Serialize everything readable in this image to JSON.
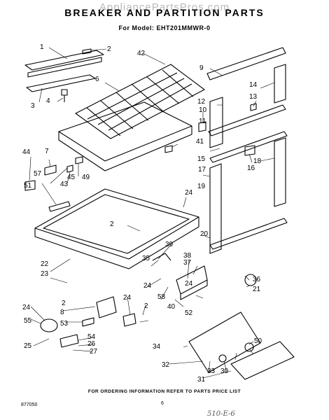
{
  "watermark": "AppliancePartsPros.com",
  "title": "BREAKER AND PARTITION PARTS",
  "model_line": "For Model: EHT201MMWR-0",
  "footer": "FOR ORDERING INFORMATION REFER TO PARTS PRICE LIST",
  "catalog_code": "877050",
  "page_number": "6",
  "handwritten_note": "510-E-6",
  "callouts": [
    "1",
    "2",
    "3",
    "4",
    "6",
    "7",
    "42",
    "9",
    "12",
    "14",
    "13",
    "10",
    "11",
    "41",
    "15",
    "17",
    "16",
    "18",
    "19",
    "24",
    "20",
    "44",
    "57",
    "43",
    "45",
    "49",
    "51",
    "2",
    "22",
    "23",
    "39",
    "38",
    "37",
    "24",
    "35",
    "36",
    "21",
    "24",
    "58",
    "40",
    "52",
    "24",
    "55",
    "25",
    "8",
    "53",
    "2",
    "54",
    "26",
    "27",
    "24",
    "2",
    "34",
    "32",
    "33",
    "30",
    "31",
    "50"
  ]
}
